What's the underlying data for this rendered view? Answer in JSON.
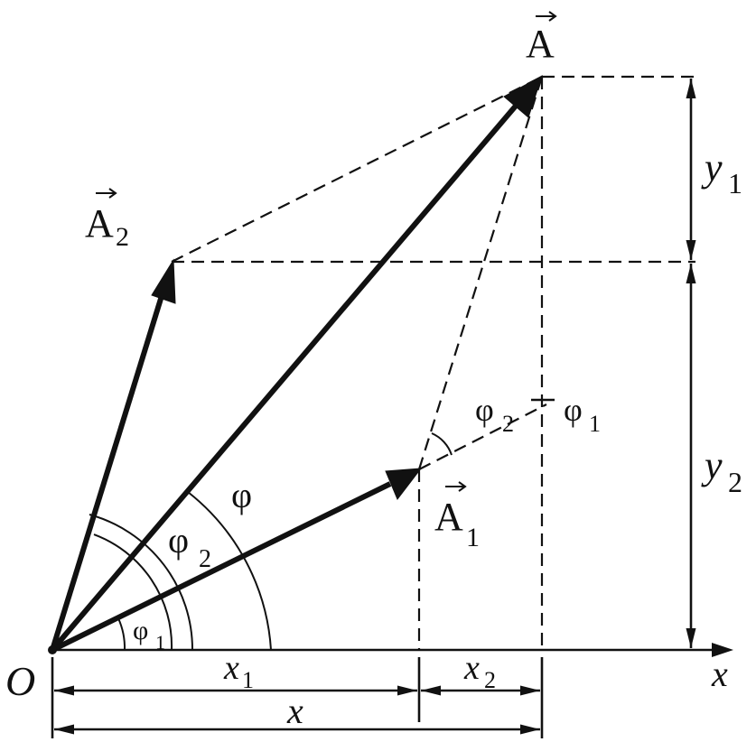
{
  "figure": {
    "vectors": {
      "A": {
        "symbol": "A",
        "sub": ""
      },
      "A1": {
        "symbol": "A",
        "sub": "1"
      },
      "A2": {
        "symbol": "A",
        "sub": "2"
      }
    },
    "origin_label": "O",
    "x_axis_label": "x",
    "angles": {
      "phi": {
        "symbol": "φ",
        "sub": ""
      },
      "phi1": {
        "symbol": "φ",
        "sub": "1"
      },
      "phi2": {
        "symbol": "φ",
        "sub": "2"
      },
      "diff": {
        "left": "φ",
        "left_sub": "2",
        "minus": "−",
        "right": "φ",
        "right_sub": "1"
      }
    },
    "projections": {
      "x": {
        "symbol": "x",
        "sub": ""
      },
      "x1": {
        "symbol": "x",
        "sub": "1"
      },
      "x2": {
        "symbol": "x",
        "sub": "2"
      },
      "y1": {
        "symbol": "y",
        "sub": "1"
      },
      "y2": {
        "symbol": "y",
        "sub": "2"
      }
    }
  }
}
